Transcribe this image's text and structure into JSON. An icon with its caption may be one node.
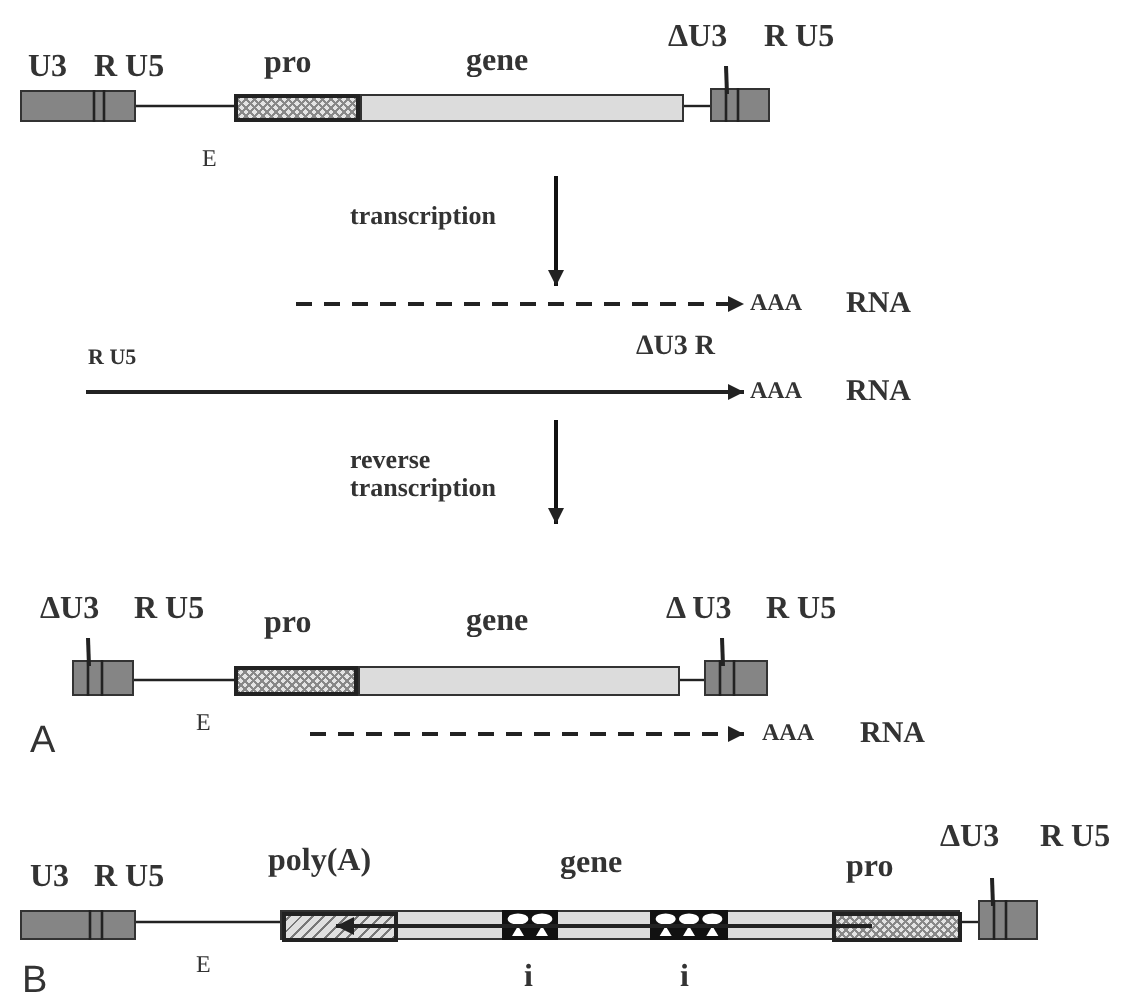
{
  "diagram": {
    "nodes": [
      {
        "text": [
          "U3",
          "R U5"
        ]
      },
      {
        "text": [
          "pro"
        ]
      },
      {
        "text": [
          "gene"
        ]
      },
      {
        "text": [
          "ΔU3",
          "R U5"
        ]
      },
      {
        "text": [
          "ΔU3",
          "R U5"
        ]
      },
      {
        "text": [
          "pro"
        ]
      },
      {
        "text": [
          "gene"
        ]
      },
      {
        "text": [
          "Δ U3",
          "R U5"
        ]
      },
      {
        "text": [
          "U3",
          "R U5"
        ]
      },
      {
        "text": [
          "gene"
        ]
      },
      {
        "text": [
          "poly(A)"
        ],
        "in": 9
      },
      {
        "text": [
          "pro"
        ],
        "in": 9
      },
      {
        "text": [
          "ΔU3",
          "R U5"
        ]
      }
    ],
    "edges": [
      {
        "from": 0,
        "to": 1,
        "arrow": "none"
      },
      {
        "from": 2,
        "to": 3,
        "arrow": "none"
      },
      {
        "from": 4,
        "to": 5,
        "arrow": "none"
      },
      {
        "from": 6,
        "to": 7,
        "arrow": "none"
      },
      {
        "from": 8,
        "to": 10,
        "arrow": "none"
      },
      {
        "from": 11,
        "to": 10,
        "arrow": "to"
      },
      {
        "from": 11,
        "to": 12,
        "arrow": "none"
      }
    ],
    "labels": [
      "E",
      "transcription",
      "AAA",
      "RNA",
      "R U5",
      "ΔU3 R",
      "AAA",
      "RNA",
      "reverse transcription",
      "E",
      "AAA",
      "RNA",
      "A",
      "B",
      "E",
      "i",
      "i"
    ]
  }
}
